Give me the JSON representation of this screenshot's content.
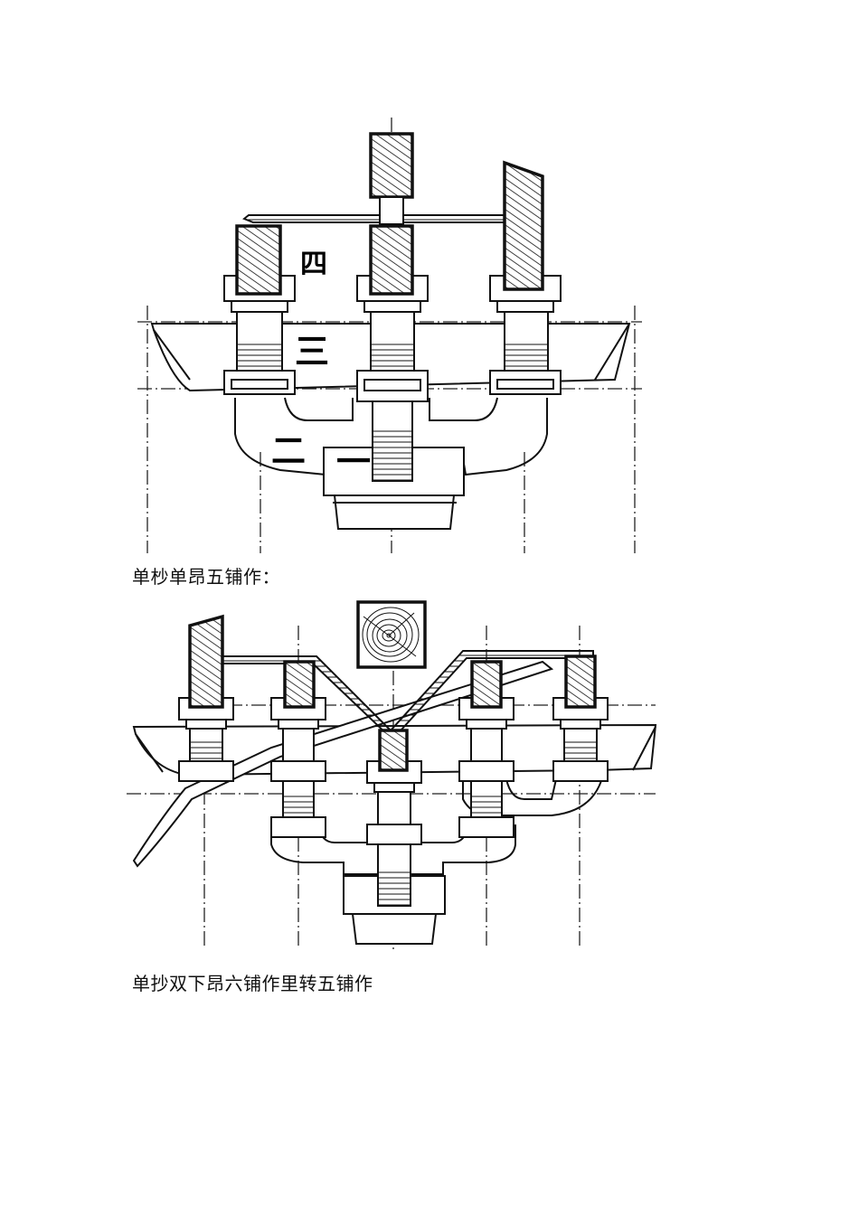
{
  "figure1": {
    "labels": {
      "four": "四",
      "three": "三",
      "two": "二",
      "one": "一"
    },
    "caption": "单杪单昂五铺作："
  },
  "figure2": {
    "caption": "单抄双下昂六铺作里转五铺作"
  }
}
